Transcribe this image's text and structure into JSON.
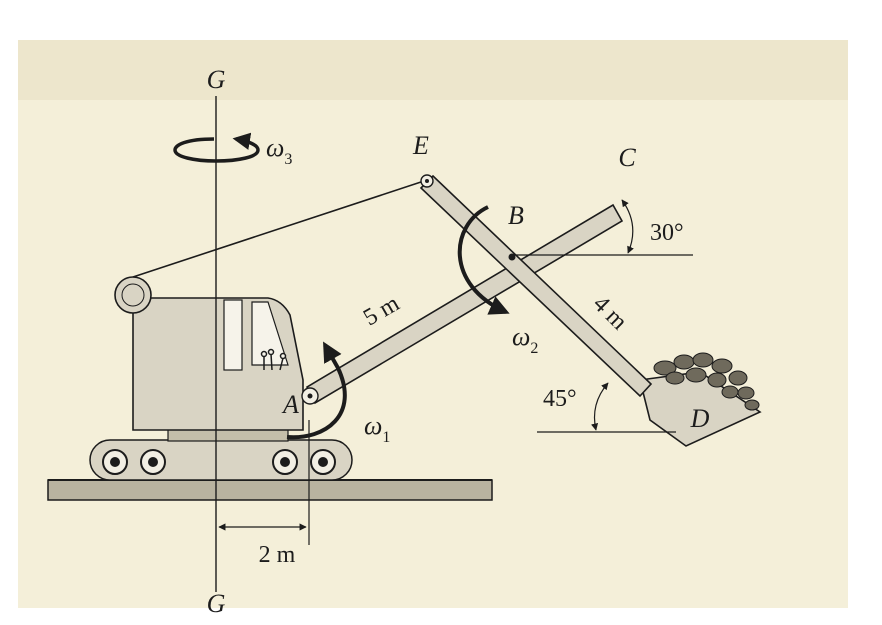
{
  "axis": {
    "top_label": "G",
    "bottom_label": "G"
  },
  "points": {
    "A": "A",
    "B": "B",
    "C": "C",
    "D": "D",
    "E": "E"
  },
  "dimensions": {
    "boom_length": "5 m",
    "arm_length": "4 m",
    "offset": "2 m",
    "boom_angle": "30°",
    "arm_angle": "45°"
  },
  "angular_velocities": {
    "omega1": {
      "symbol": "ω",
      "subscript": "1"
    },
    "omega2": {
      "symbol": "ω",
      "subscript": "2"
    },
    "omega3": {
      "symbol": "ω",
      "subscript": "3"
    }
  },
  "colors": {
    "paper": "#f4efd9",
    "paper_edge": "#e9e2c6",
    "machine_fill": "#d9d4c4",
    "machine_dark": "#c4beaa",
    "ink": "#1c1c1c",
    "ground": "#b9b3a0"
  }
}
